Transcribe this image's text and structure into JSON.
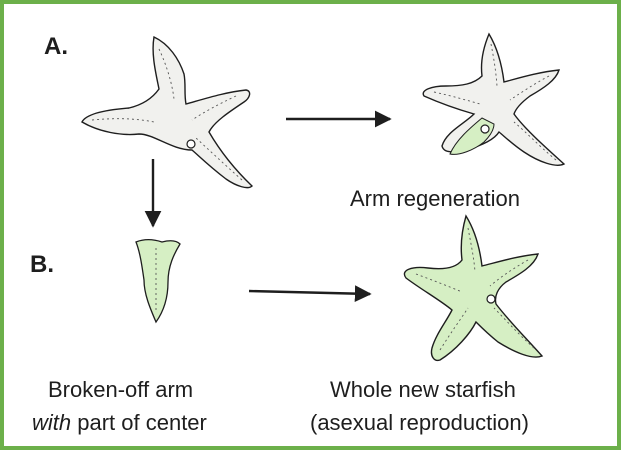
{
  "panels": {
    "a_label": "A.",
    "b_label": "B."
  },
  "captions": {
    "arm_regeneration": "Arm regeneration",
    "broken_arm_line1": "Broken-off arm",
    "broken_arm_line2_italic": "with",
    "broken_arm_line2_rest": " part of center",
    "new_starfish_line1": "Whole new starfish",
    "new_starfish_line2": "(asexual reproduction)"
  },
  "colors": {
    "border": "#6cb04a",
    "regrowth_fill": "#d6efc4",
    "body_fill": "#f1f1ee",
    "ink": "#1e1e1e"
  }
}
